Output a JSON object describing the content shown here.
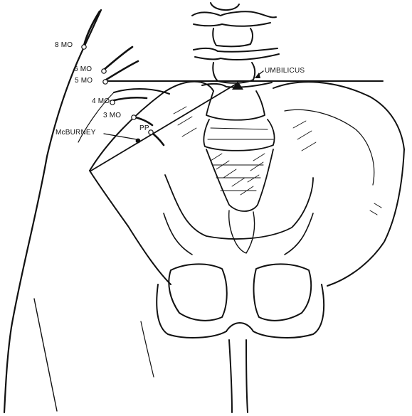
{
  "labels": {
    "m8": "8 MO",
    "m6": "6 MO",
    "m5": "5 MO",
    "m4": "4 MO",
    "m3": "3 MO",
    "pp": "PP",
    "mcburney": "McBURNEY",
    "umbilicus": "UMBILICUS"
  },
  "colors": {
    "ink": "#111111",
    "paper": "#ffffff"
  }
}
